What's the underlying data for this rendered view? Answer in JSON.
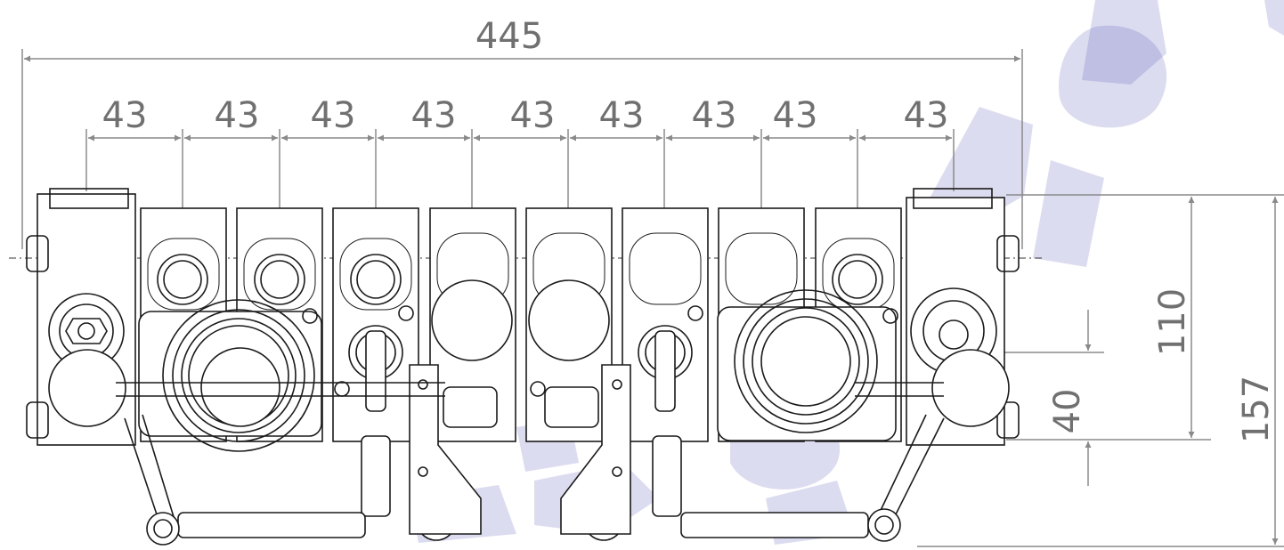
{
  "dimensions": {
    "overall_width": "445",
    "pitches": [
      "43",
      "43",
      "43",
      "43",
      "43",
      "43",
      "43",
      "43",
      "43"
    ],
    "height_mid": "110",
    "height_low": "40",
    "height_total": "157"
  },
  "colors": {
    "dimension": "#8a8a8a",
    "dimension_text": "#707070",
    "outline": "#1a1a1a",
    "watermark": "#3b3fae"
  }
}
